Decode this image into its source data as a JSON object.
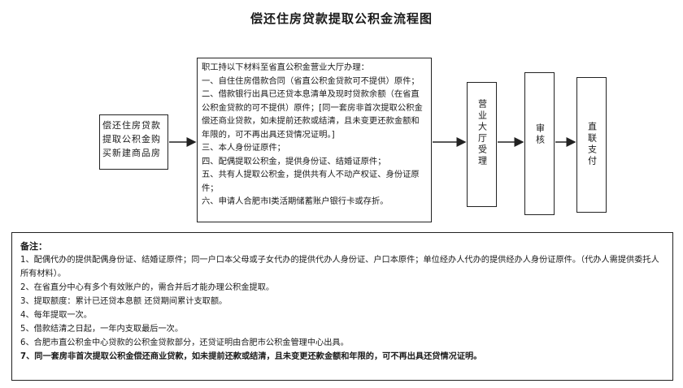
{
  "title": "偿还住房贷款提取公积金流程图",
  "left_box": {
    "text": "偿还住房贷款提取公积金购买新建商品房"
  },
  "materials": {
    "lines": [
      "职工持以下材料至省直公积金营业大厅办理：",
      "一、自住住房借款合同（省直公积金贷款可不提供）原件；",
      "二、借款银行出具已还贷本息清单及现时贷款余额（在省直公积金贷款的可不提供）原件；[同一套房非首次提取公积金偿还商业贷款，如未提前还款或结清，且未变更还款金额和年限的，可不再出具还贷情况证明。]",
      "三、本人身份证原件；",
      "四、配偶提取公积金，提供身份证、结婚证原件；",
      "五、共有人提取公积金，提供共有人不动产权证、身份证原件；",
      "六、申请人合肥市Ⅰ类活期储蓄账户银行卡或存折。"
    ]
  },
  "steps": [
    {
      "label": "营业大厅受理"
    },
    {
      "label": "审核"
    },
    {
      "label": "直联支付"
    }
  ],
  "notes": {
    "heading": "备注：",
    "items": [
      "1、配偶代办的提供配偶身份证、结婚证原件；同一户口本父母或子女代办的提供代办人身份证、户口本原件；单位经办人代办的提供经办人身份证原件。（代办人需提供委托人所有材料）。",
      "2、在省直分中心有多个有效账户的，需合并后才能办理公积金提取。",
      "3、提取额度：累计已还贷本息额 还贷期间累计支取额。",
      "4、每年提取一次。",
      "5、借款结清之日起，一年内支取最后一次。",
      "6、合肥市直公积金中心贷款的公积金贷款部分，还贷证明由合肥市公积金管理中心出具。",
      "7、同一套房非首次提取公积金偿还商业贷款，如未提前还款或结清，且未变更还款金额和年限的，可不再出具还贷情况证明。"
    ]
  }
}
